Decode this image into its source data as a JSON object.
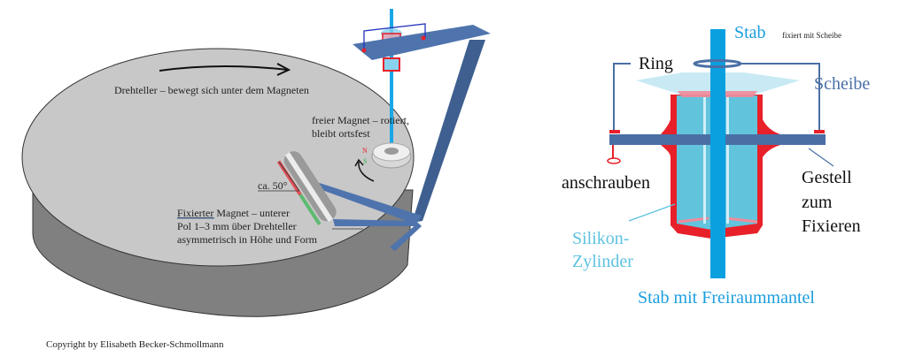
{
  "left_diagram": {
    "turntable_label": "Drehteller – bewegt sich unter dem Magneten",
    "free_magnet_label_line1": "freier Magnet – rotiert,",
    "free_magnet_label_line2": "bleibt ortsfest",
    "pole_n": "N",
    "pole_s": "S",
    "angle_label": "ca. 50°",
    "fixed_magnet_label_line1_underlined": "Fixierter",
    "fixed_magnet_label_line1_rest": " Magnet – unterer",
    "fixed_magnet_label_line2": "Pol 1–3 mm über Drehteller",
    "fixed_magnet_label_line3": "asymmetrisch in Höhe und Form",
    "copyright": "Copyright by Elisabeth Becker-Schmollmann"
  },
  "right_diagram": {
    "stab_label": "Stab",
    "stab_note": "fixiert mit Scheibe",
    "ring_label": "Ring",
    "scheibe_label": "Scheibe",
    "anschrauben_label": "anschrauben",
    "gestell_line1": "Gestell",
    "gestell_line2": "zum",
    "gestell_line3": "Fixieren",
    "silikon_line1": "Silikon-",
    "silikon_line2": "Zylinder",
    "bottom_label": "Stab mit Freiraummantel"
  },
  "colors": {
    "rod_blue": "#0aa0e0",
    "frame_blue": "#4a6fa5",
    "silicone_red": "#e8202a",
    "cylinder_light": "#62c4dc",
    "plate_grey": "#c8c8c8",
    "plate_side": "#808080",
    "label_blue": "#1a9ee0",
    "label_light_blue": "#5cc2e0",
    "scheibe_text": "#4a6fa5"
  }
}
